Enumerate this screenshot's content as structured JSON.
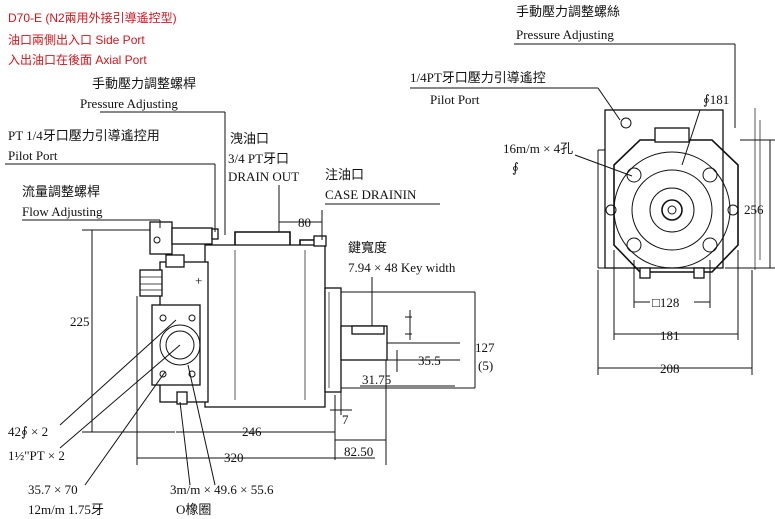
{
  "header": {
    "line1": "D70-E (N2兩用外接引導遙控型)",
    "line2": "油口兩側出入口 Side Port",
    "line3": "入出油口在後面 Axial Port"
  },
  "side_view": {
    "pressure_adjusting_zh": "手動壓力調整螺桿",
    "pressure_adjusting_en": "Pressure Adjusting",
    "pilot_port_zh": "PT 1/4牙口壓力引導遙控用",
    "pilot_port_en": "Pilot Port",
    "flow_adjusting_zh": "流量調整螺桿",
    "flow_adjusting_en": "Flow Adjusting",
    "drain_zh": "洩油口",
    "drain_pt": "3/4 PT牙口",
    "drain_en": "DRAIN OUT",
    "case_drain_zh": "注油口",
    "case_drain_en": "CASE DRAININ",
    "key_zh": "鍵寬度",
    "key_size": "7.94 × 48 Key width",
    "port_dia": "42∮ × 2",
    "port_thread": "1½\"PT × 2",
    "flange": "35.7 × 70",
    "screw": "12m/m 1.75牙",
    "oring_size": "3m/m × 49.6 × 55.6",
    "oring_zh": "O橡圈"
  },
  "side_dimensions": {
    "d80": "80",
    "d225": "225",
    "d127": "127",
    "d5": "(5)",
    "d35_5": "35.5",
    "d31_75": "31.75",
    "d7": "7",
    "d246": "246",
    "d320": "320",
    "d82_50": "82.50"
  },
  "front_view": {
    "pressure_adjusting_zh": "手動壓力調整螺絲",
    "pressure_adjusting_en": "Pressure Adjusting",
    "pilot_port": "1/4PT牙口壓力引導遙控",
    "pilot_port_en": "Pilot Port",
    "bolt_holes": "16m/m × 4孔",
    "bolt_symbol": "∮",
    "dia_181": "∮181",
    "d256": "256",
    "d128": "□128",
    "d181": "181",
    "d208": "208"
  }
}
